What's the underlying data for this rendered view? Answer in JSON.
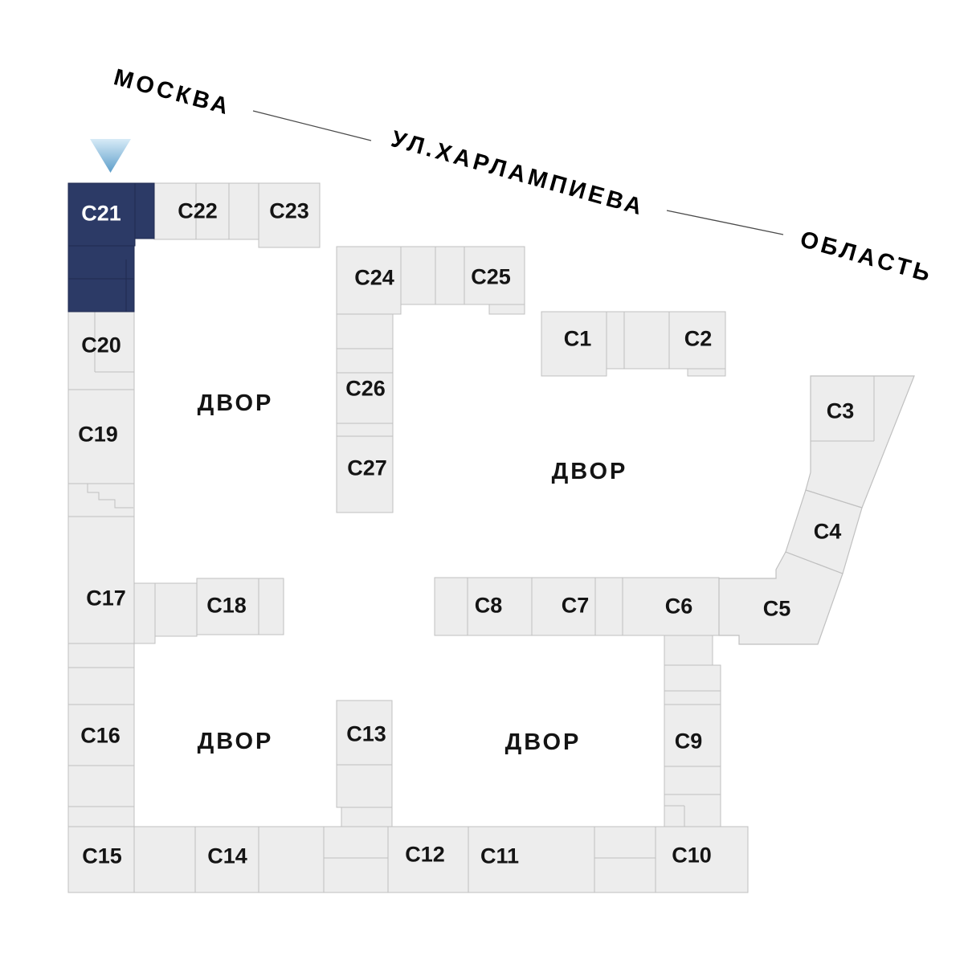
{
  "map": {
    "streets": {
      "moscow": "МОСКВА",
      "kharlampieva": "УЛ.ХАРЛАМПИЕВА",
      "oblast": "ОБЛАСТЬ"
    },
    "courtyard_label": "ДВОР",
    "selected_building": "C21",
    "marker_icon": "selected-building-pointer",
    "colors": {
      "block_fill": "#ededed",
      "block_border": "#c0c0c0",
      "selected_fill": "#2c3a66",
      "selected_border": "#1f2b50",
      "label_text": "#141414",
      "selected_label_text": "#ffffff",
      "marker_gradient_top": "#d7ebf7",
      "marker_gradient_bottom": "#5d9eca",
      "street_line": "#4a4a4a"
    },
    "buildings": {
      "c1": "C1",
      "c2": "C2",
      "c3": "C3",
      "c4": "C4",
      "c5": "C5",
      "c6": "C6",
      "c7": "C7",
      "c8": "C8",
      "c9": "C9",
      "c10": "C10",
      "c11": "C11",
      "c12": "C12",
      "c13": "C13",
      "c14": "C14",
      "c15": "C15",
      "c16": "C16",
      "c17": "C17",
      "c18": "C18",
      "c19": "C19",
      "c20": "C20",
      "c21": "C21",
      "c22": "C22",
      "c23": "C23",
      "c24": "C24",
      "c25": "C25",
      "c26": "C26",
      "c27": "C27"
    }
  }
}
